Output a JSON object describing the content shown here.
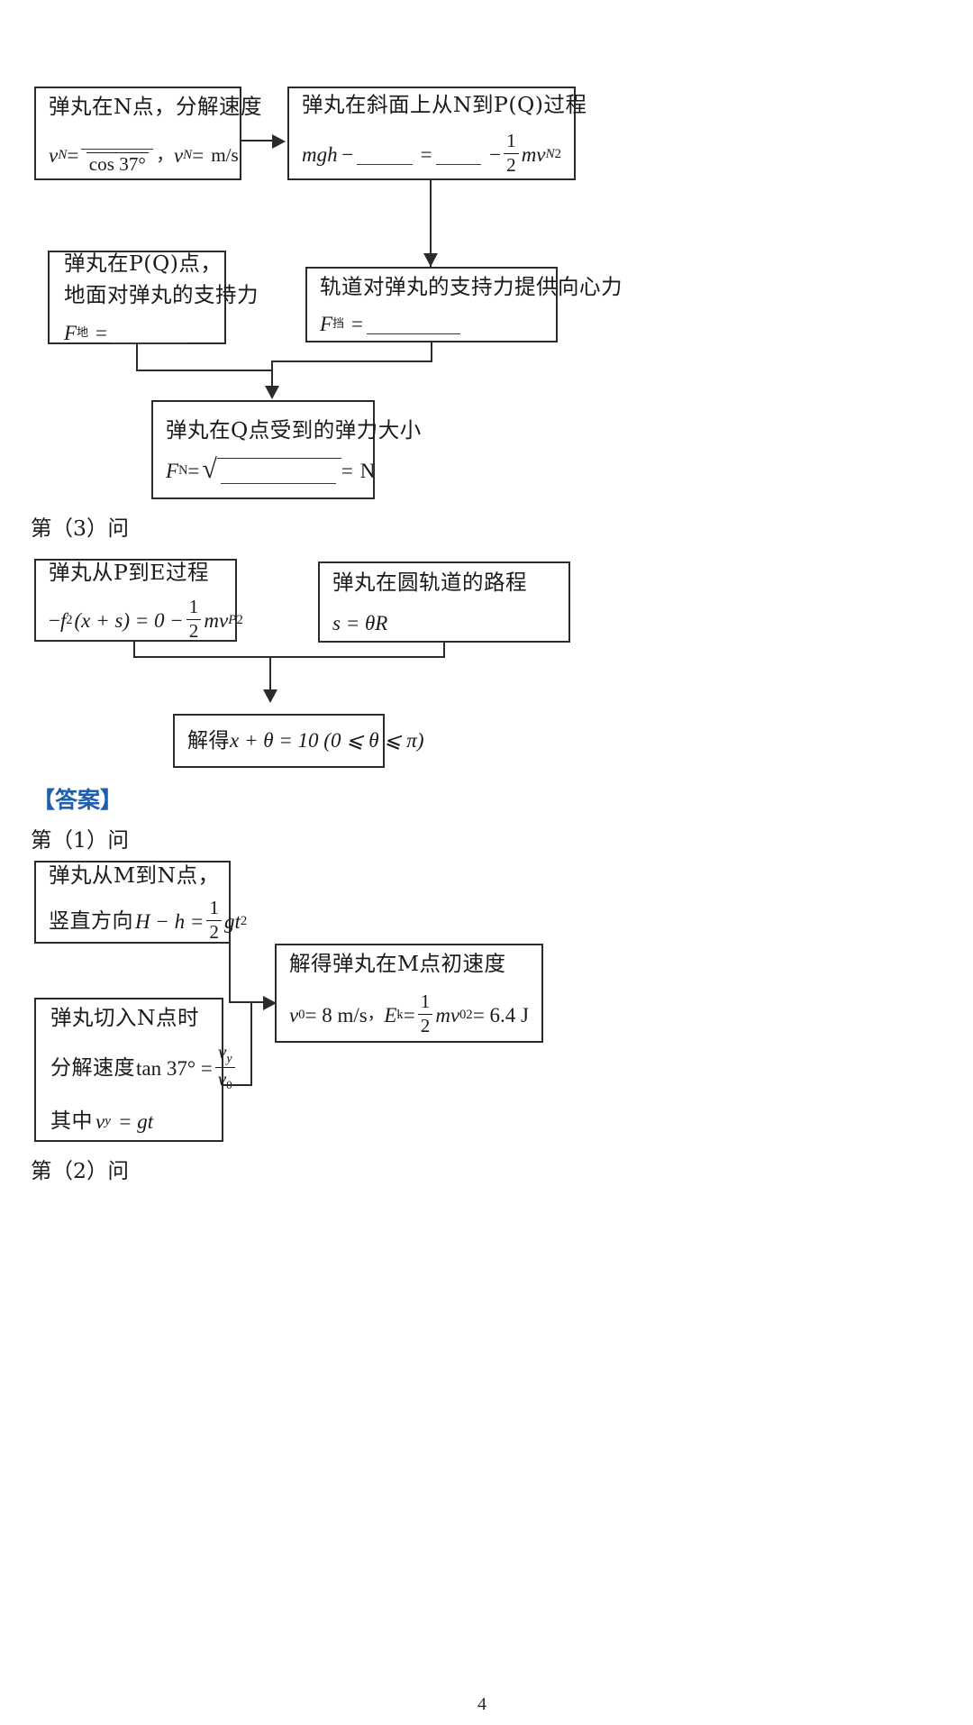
{
  "document": {
    "page_number": "4",
    "accent_color": "#1f5fae",
    "line_color": "#2b2b2b"
  },
  "section_labels": {
    "q3": "第（3）问",
    "answer_heading": "【答案】",
    "a1": "第（1）问",
    "a2": "第（2）问"
  },
  "flow_q2": {
    "box_vn": {
      "title": "弹丸在N点，分解速度",
      "formula_lhs": "v",
      "formula_sub": "N",
      "eq": "=",
      "denominator": "cos 37°",
      "comma": "，",
      "formula2_lhs": "v",
      "formula2_sub": "N",
      "unit": "m/s"
    },
    "box_energy": {
      "title": "弹丸在斜面上从N到P(Q)过程",
      "term1": "mgh",
      "minus": "−",
      "equals": "=",
      "minus2": "−",
      "frac_num": "1",
      "frac_den": "2",
      "tail": "mv",
      "tail_sub": "N",
      "tail_sup": "2"
    },
    "box_ground": {
      "title_line1": "弹丸在P(Q)点，",
      "title_line2": "地面对弹丸的支持力",
      "formula_lhs": "F",
      "formula_sub": "地",
      "eq": "="
    },
    "box_track": {
      "title": "轨道对弹丸的支持力提供向心力",
      "formula_lhs": "F",
      "formula_sub": "挡",
      "eq": "="
    },
    "box_fn": {
      "title": "弹丸在Q点受到的弹力大小",
      "formula_lhs": "F",
      "formula_sub": "N",
      "eq1": "=",
      "eq2": "=",
      "unit": "N"
    }
  },
  "flow_q3": {
    "box_pe": {
      "title": "弹丸从P到E过程",
      "formula": "− f₂(x + s) = 0 −",
      "lead_minus": "−",
      "f_sym": "f",
      "f_sub": "2",
      "paren": "(x + s) = 0 −",
      "frac_num": "1",
      "frac_den": "2",
      "tail": "mv",
      "tail_sub": "P",
      "tail_sup": "2"
    },
    "box_arc": {
      "title": "弹丸在圆轨道的路程",
      "formula": "s = θR"
    },
    "box_result": {
      "text_pre": "解得",
      "formula": "x + θ = 10 (0 ⩽ θ ⩽ π)"
    }
  },
  "flow_a1": {
    "box_mn": {
      "title": "弹丸从M到N点，",
      "line2_pre": "竖直方向",
      "line2_eq": "H − h =",
      "frac_num": "1",
      "frac_den": "2",
      "line2_tail": "gt",
      "tail_sup": "2"
    },
    "box_cut": {
      "line1": "弹丸切入N点时",
      "line2_pre": "分解速度",
      "line2_fn": "tan 37° =",
      "frac_num": "v",
      "frac_num_sub": "y",
      "frac_den": "v",
      "frac_den_sub": "0",
      "line3_pre": "其中",
      "line3_v": "v",
      "line3_sub": "y",
      "line3_tail": "= gt"
    },
    "box_solve": {
      "title": "解得弹丸在M点初速度",
      "v0_sym": "v",
      "v0_sub": "0",
      "v0_val": "= 8 m/s",
      "comma": "，",
      "ek_sym": "E",
      "ek_sub": "k",
      "ek_eq": "=",
      "frac_num": "1",
      "frac_den": "2",
      "ek_tail": "mv",
      "ek_tail_sub": "0",
      "ek_tail_sup": "2",
      "ek_val": "= 6.4 J"
    }
  }
}
